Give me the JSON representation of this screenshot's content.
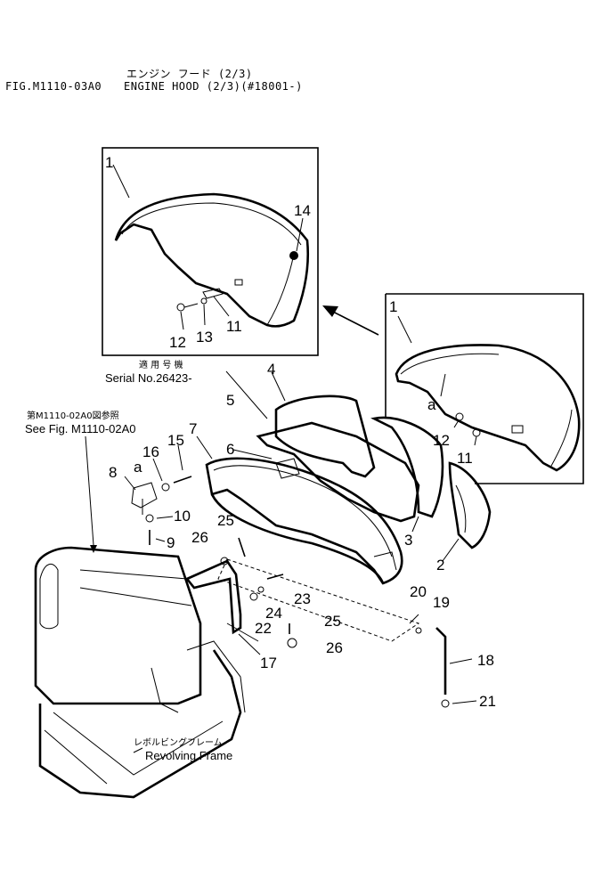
{
  "header": {
    "title_jp": "エンジン フード  (2/3)",
    "fig_id": "FIG.M1110-03A0",
    "title_en": "ENGINE HOOD (2/3)(#18001-)"
  },
  "inset": {
    "serial_jp": "適 用 号 機",
    "serial_label": "Serial No.26423-"
  },
  "notes": {
    "see_fig_jp": "第M1110-02A0図参照",
    "see_fig": "See Fig. M1110-02A0",
    "frame_jp": "レボルビングフレーム",
    "frame_label": "Revolving Frame"
  },
  "callouts": {
    "a": "a",
    "n1": "1",
    "n2": "2",
    "n3": "3",
    "n4": "4",
    "n5": "5",
    "n6": "6",
    "n7": "7",
    "n8": "8",
    "n9": "9",
    "n10": "10",
    "n11": "11",
    "n12": "12",
    "n13": "13",
    "n14": "14",
    "n15": "15",
    "n16": "16",
    "n17": "17",
    "n18": "18",
    "n19": "19",
    "n20": "20",
    "n21": "21",
    "n22": "22",
    "n23": "23",
    "n24": "24",
    "n25": "25",
    "n26": "26"
  }
}
